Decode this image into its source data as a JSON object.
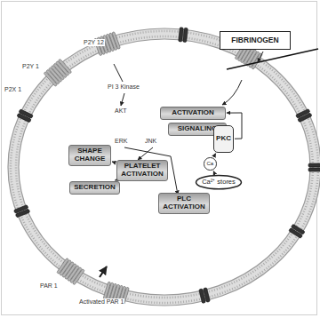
{
  "diagram": {
    "nodes": [
      {
        "text": [
          "FIBRINOGEN"
        ]
      },
      {
        "text": [
          "ACTIVATION"
        ]
      },
      {
        "text": [
          "SIGNALING"
        ]
      },
      {
        "text": [
          "SHAPE CHANGE"
        ]
      },
      {
        "text": [
          "PLATELET ACTIVATION"
        ]
      },
      {
        "text": [
          "SECRETION"
        ]
      },
      {
        "text": [
          "PKC"
        ]
      },
      {
        "text": [
          "Ca"
        ]
      },
      {
        "text": [
          "Ca²⁺ stores"
        ]
      },
      {
        "text": [
          "PLC ACTIVATION"
        ]
      }
    ],
    "edges": [
      {
        "from": 4,
        "to": 3,
        "arrow": "to"
      },
      {
        "from": 4,
        "to": 5,
        "arrow": "to"
      },
      {
        "from": 6,
        "to": 1,
        "arrow": "to"
      },
      {
        "from": 8,
        "to": 7,
        "arrow": "to"
      },
      {
        "from": 7,
        "to": 6,
        "arrow": "to"
      }
    ],
    "labels": [
      "P2Y 12",
      "P2Y 1",
      "P2X 1",
      "PI 3 Kinase",
      "AKT",
      "ERK",
      "JNK",
      "PAR 1",
      "Activated PAR 1"
    ]
  }
}
